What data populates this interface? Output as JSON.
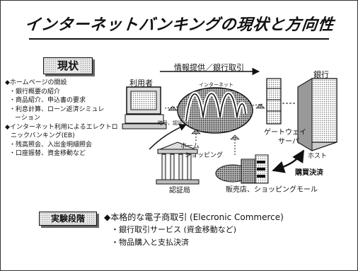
{
  "title": "インターネットバンキングの現状と方向性",
  "current_status": {
    "heading": "現状",
    "items": [
      {
        "head": "◆ホームページの開設",
        "subs": [
          "・銀行概要の紹介",
          "・商品紹介、申込書の要求",
          "・利息計算、ローン返済シミュレ",
          "ーション"
        ]
      },
      {
        "head": "◆インターネット利用によるエレクトロ",
        "subs": [
          "ニックバンキング(EB)",
          "・残高照会、入出金明細照会",
          "・口座振替、資金移動など"
        ]
      }
    ]
  },
  "diagram": {
    "flow_label": "情報提供／銀行取引",
    "user": "利用者",
    "internet": "インターネット",
    "bank": "銀行",
    "gateway": [
      "ゲートウェイ",
      "サーバ"
    ],
    "host": "ホスト",
    "home_shopping": [
      "ホーム",
      "ショッピング"
    ],
    "crypto_auth": "暗号、認証",
    "certificate_authority": "認証局",
    "store": "販売店、ショッピングモール",
    "purchase_settlement": "購買決済"
  },
  "experiment_stage": {
    "heading": "実験段階",
    "headline": "◆本格的な電子商取引 (Elecronic Commerce)",
    "items": [
      "・銀行取引サービス (資金移動など)",
      "・物品購入と支払決済"
    ]
  }
}
